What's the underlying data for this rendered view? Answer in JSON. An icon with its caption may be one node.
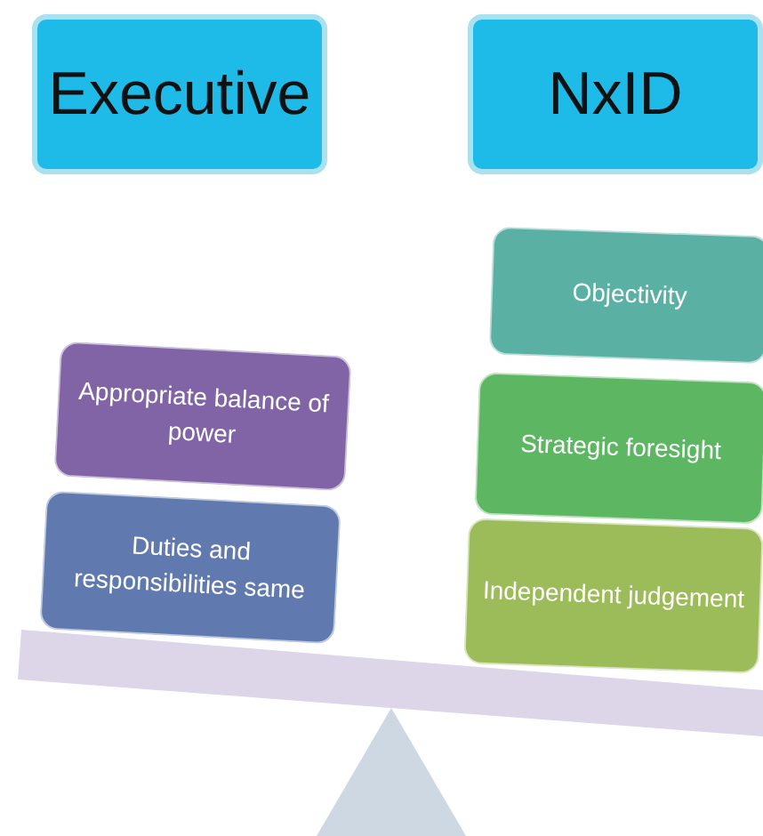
{
  "diagram": {
    "nodes": [
      {
        "text": [
          "Executive"
        ]
      },
      {
        "text": [
          "NxID"
        ]
      },
      {
        "text": [
          "Objectivity"
        ]
      },
      {
        "text": [
          "Appropriate balance of power"
        ]
      },
      {
        "text": [
          "Strategic foresight"
        ]
      },
      {
        "text": [
          "Duties and responsibilities same"
        ]
      },
      {
        "text": [
          "Independent judgement"
        ]
      }
    ]
  }
}
